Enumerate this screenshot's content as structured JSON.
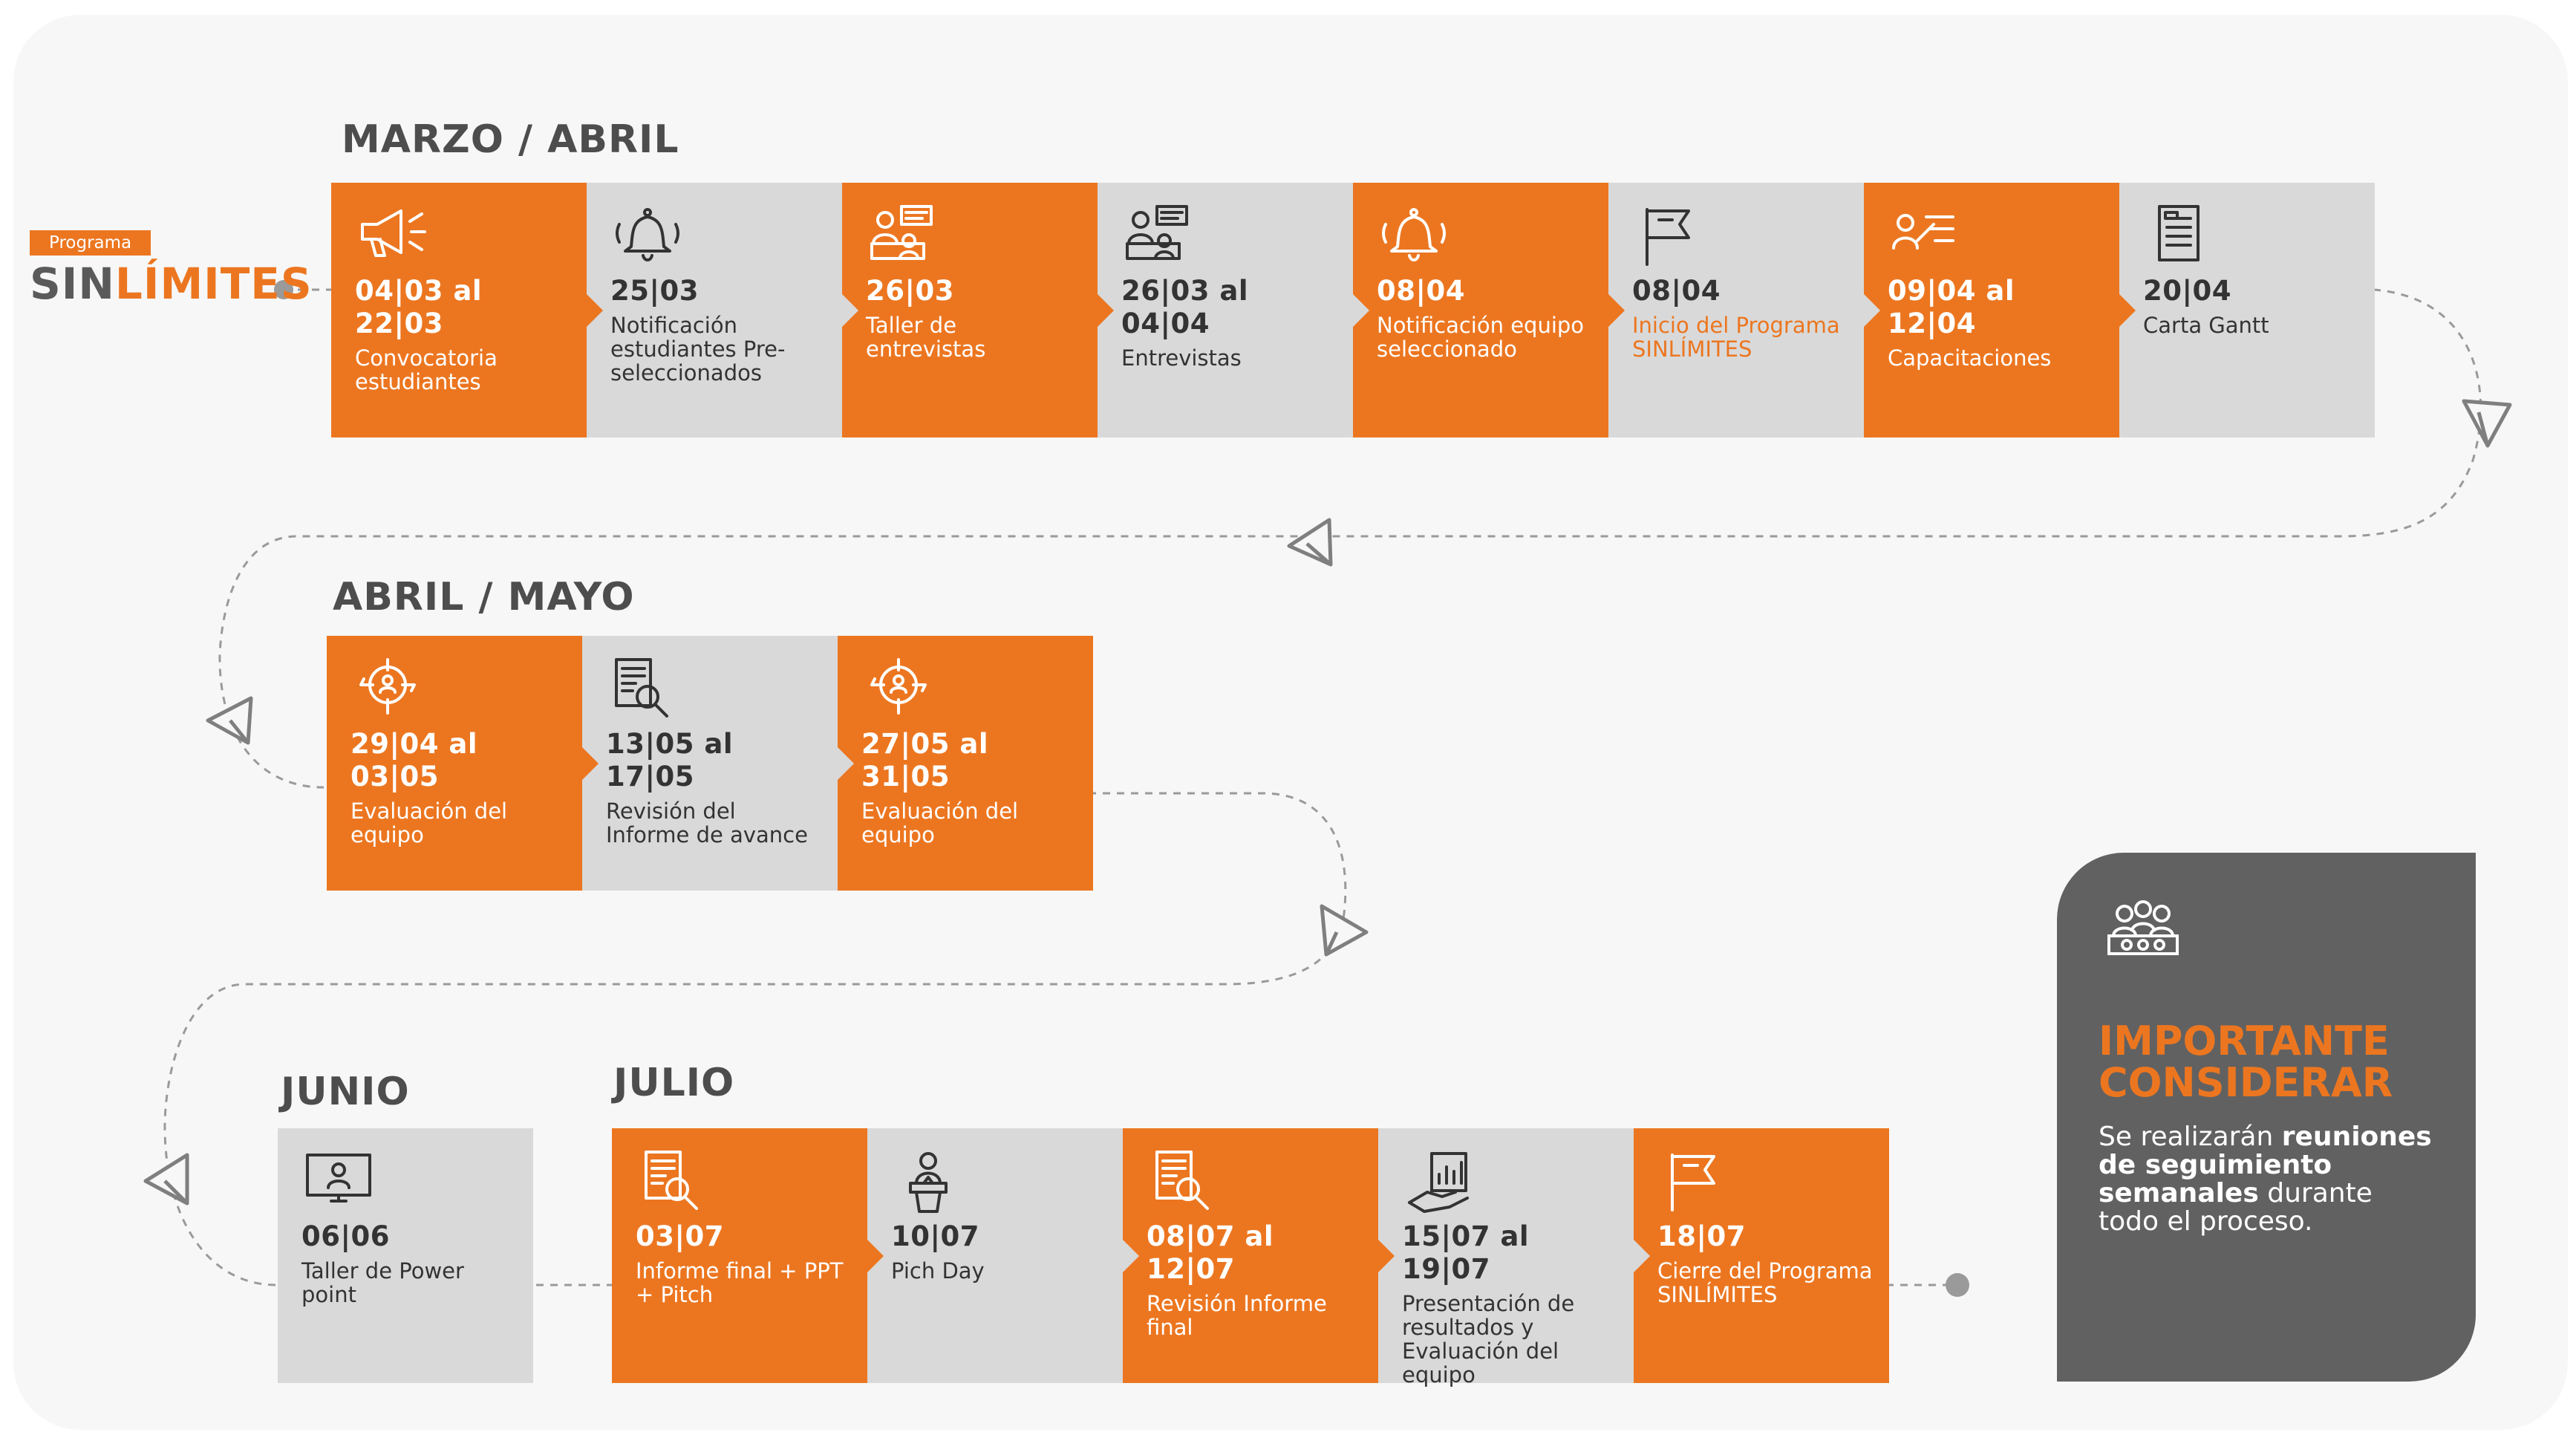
{
  "logo": {
    "tag": "Programa",
    "name_part1": "SIN",
    "name_part2": "LÍMITES"
  },
  "sections": {
    "s1": "MARZO / ABRIL",
    "s2": "ABRIL / MAYO",
    "s3": "JUNIO",
    "s4": "JULIO"
  },
  "row1": [
    {
      "date": "04|03 al 22|03",
      "desc": "Convocatoria estudiantes",
      "color": "orange",
      "icon": "megaphone-icon"
    },
    {
      "date": "25|03",
      "desc": "Notificación estudiantes Pre-seleccionados",
      "color": "gray",
      "icon": "bell-icon"
    },
    {
      "date": "26|03",
      "desc": "Taller de entrevistas",
      "color": "orange",
      "icon": "interview-icon"
    },
    {
      "date": "26|03 al 04|04",
      "desc": "Entrevistas",
      "color": "gray",
      "icon": "interview-icon"
    },
    {
      "date": "08|04",
      "desc": "Notificación equipo seleccionado",
      "color": "orange",
      "icon": "bell-icon"
    },
    {
      "date": "08|04",
      "desc": "Inicio del Programa SINLÍMITES",
      "color": "gray",
      "icon": "flag-icon"
    },
    {
      "date": "09|04 al 12|04",
      "desc": "Capacitaciones",
      "color": "orange",
      "icon": "training-icon"
    },
    {
      "date": "20|04",
      "desc": "Carta Gantt",
      "color": "gray",
      "icon": "document-icon"
    }
  ],
  "row2": [
    {
      "date": "29|04 al 03|05",
      "desc": "Evaluación del equipo",
      "color": "orange",
      "icon": "team-evaluation-icon"
    },
    {
      "date": "13|05 al 17|05",
      "desc": "Revisión del Informe de avance",
      "color": "gray",
      "icon": "document-search-icon"
    },
    {
      "date": "27|05 al 31|05",
      "desc": "Evaluación del equipo",
      "color": "orange",
      "icon": "team-evaluation-icon"
    }
  ],
  "row3a": [
    {
      "date": "06|06",
      "desc": "Taller de Power point",
      "color": "gray",
      "icon": "presentation-screen-icon"
    }
  ],
  "row3b": [
    {
      "date": "03|07",
      "desc": "Informe final + PPT + Pitch",
      "color": "orange",
      "icon": "document-search-icon"
    },
    {
      "date": "10|07",
      "desc": "Pich Day",
      "color": "gray",
      "icon": "speaker-podium-icon"
    },
    {
      "date": "08|07 al 12|07",
      "desc": "Revisión Informe final",
      "color": "orange",
      "icon": "document-search-icon"
    },
    {
      "date": "15|07 al 19|07",
      "desc": "Presentación de resultados y Evaluación del equipo",
      "color": "gray",
      "icon": "results-chart-icon"
    },
    {
      "date": "18|07",
      "desc": "Cierre del Programa SINLÍMITES",
      "color": "orange",
      "icon": "flag-icon"
    }
  ],
  "important": {
    "title_line1": "IMPORTANTE",
    "title_line2": "CONSIDERAR",
    "text_1": "Se realizarán",
    "text_bold": "reuniones de seguimiento semanales",
    "text_2": "durante todo el proceso."
  },
  "colors": {
    "orange": "#ec7620",
    "gray": "#d9d9d9",
    "dark": "#616161"
  }
}
